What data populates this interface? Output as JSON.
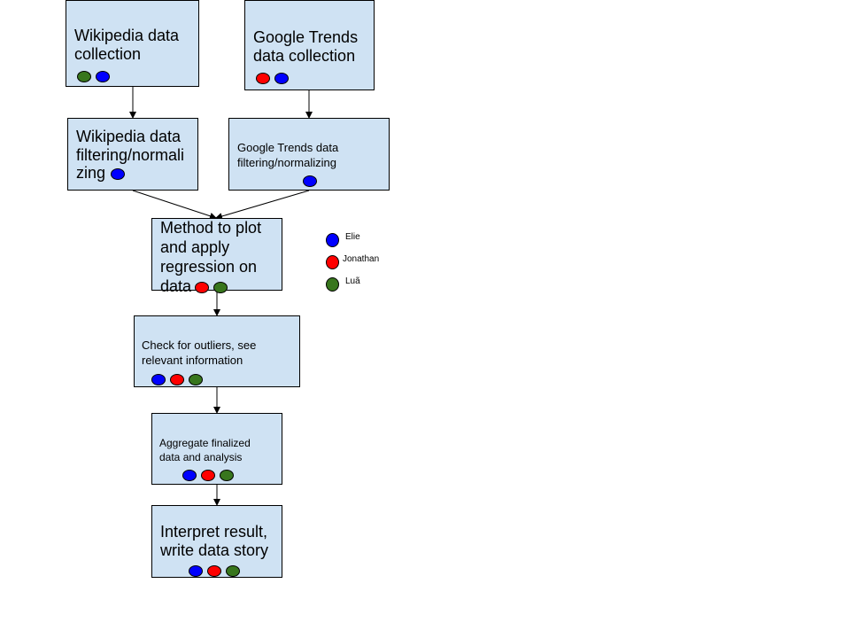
{
  "colors": {
    "box_fill": "#cfe2f3",
    "elie": "#0000ff",
    "jonathan": "#ff0000",
    "lua": "#38761d"
  },
  "nodes": {
    "wiki_collect": {
      "label": "Wikipedia data\ncollection",
      "members": [
        "lua",
        "elie"
      ]
    },
    "trends_collect": {
      "label": "Google Trends\ndata collection",
      "members": [
        "jonathan",
        "elie"
      ]
    },
    "wiki_filter": {
      "label": "Wikipedia data\nfiltering/normali\nzing",
      "members": [
        "elie"
      ]
    },
    "trends_filter": {
      "label": "Google Trends data\nfiltering/normalizing",
      "members": [
        "elie"
      ]
    },
    "method": {
      "label": "Method to plot\nand apply\nregression on\ndata",
      "members": [
        "jonathan",
        "lua"
      ]
    },
    "outliers": {
      "label": "Check for outliers, see\nrelevant information",
      "members": [
        "elie",
        "jonathan",
        "lua"
      ]
    },
    "aggregate": {
      "label": "Aggregate finalized\ndata and analysis",
      "members": [
        "elie",
        "jonathan",
        "lua"
      ]
    },
    "interpret": {
      "label": "Interpret result,\nwrite data story",
      "members": [
        "elie",
        "jonathan",
        "lua"
      ]
    }
  },
  "legend": [
    {
      "key": "elie",
      "label": "Elie"
    },
    {
      "key": "jonathan",
      "label": "Jonathan"
    },
    {
      "key": "lua",
      "label": "Luã"
    }
  ]
}
